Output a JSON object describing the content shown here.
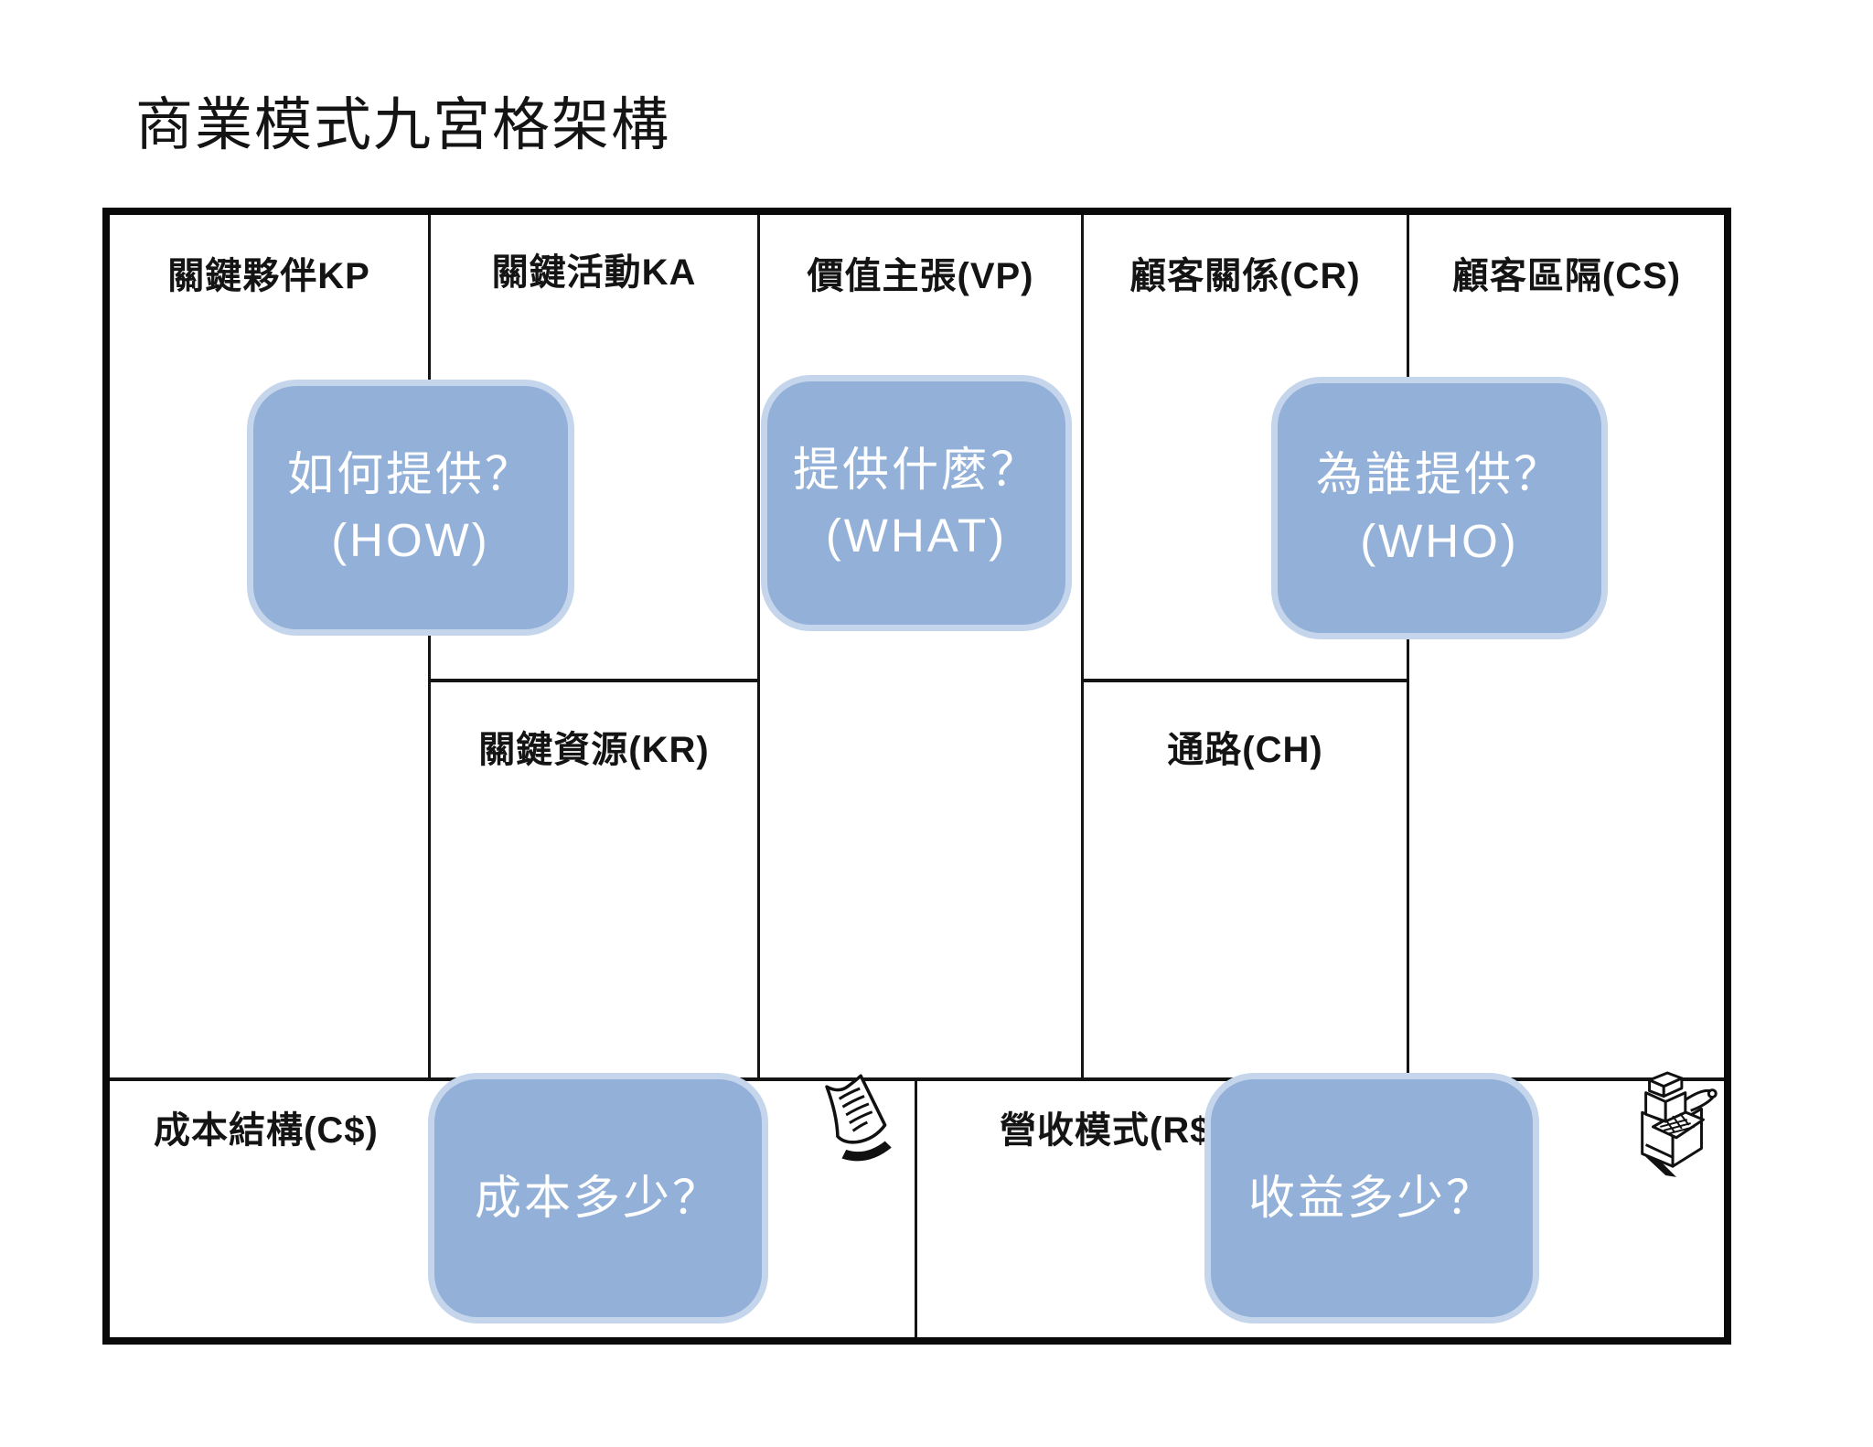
{
  "title": "商業模式九宮格架構",
  "canvas": {
    "headers": {
      "kp": "關鍵夥伴KP",
      "ka": "關鍵活動KA",
      "vp": "價值主張(VP)",
      "cr": "顧客關係(CR)",
      "cs": "顧客區隔(CS)",
      "kr": "關鍵資源(KR)",
      "ch": "通路(CH)",
      "cost": "成本結構(C$)",
      "revenue": "營收模式(R$)"
    },
    "callouts": {
      "how": {
        "line1": "如何提供？",
        "line2": "(HOW)"
      },
      "what": {
        "line1": "提供什麼？",
        "line2": "(WHAT)"
      },
      "who": {
        "line1": "為誰提供？",
        "line2": "(WHO)"
      },
      "cost": {
        "line1": "成本多少？"
      },
      "revenue": {
        "line1": "收益多少？"
      }
    },
    "icons": {
      "cost": "receipt-note-icon",
      "revenue": "cash-register-icon"
    }
  },
  "colors": {
    "callout_fill": "#93b1d8",
    "callout_border": "#c5d6ec",
    "callout_text": "#ffffff",
    "grid_line": "#141414",
    "text": "#141414",
    "background": "#ffffff"
  }
}
